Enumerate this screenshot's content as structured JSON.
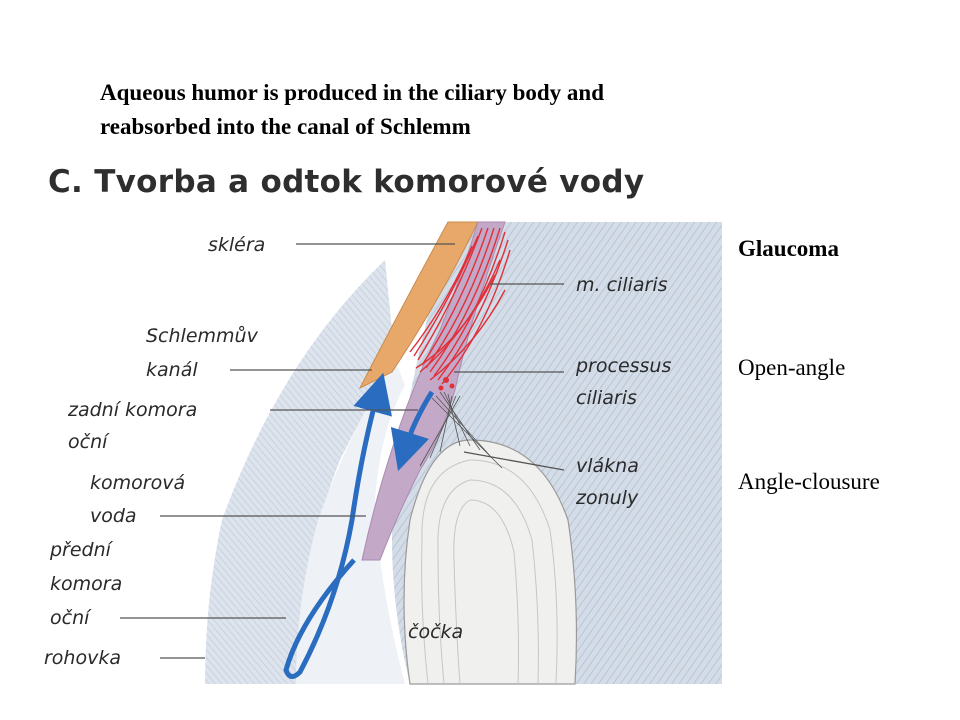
{
  "headline": {
    "line1": "Aqueous humor is produced in the ciliary body and",
    "line2": "reabsorbed into the canal of Schlemm"
  },
  "figure": {
    "title": "C. Tvorba a odtok komorové vody",
    "labels": {
      "sklera": "skléra",
      "m_ciliaris": "m. ciliaris",
      "schlemm_1": "Schlemmův",
      "schlemm_2": "kanál",
      "zadni_1": "zadní komora",
      "zadni_2": "oční",
      "processus_1": "processus",
      "processus_2": "ciliaris",
      "vlakna_1": "vlákna",
      "vlakna_2": "zonuly",
      "komorova_1": "komorová",
      "komorova_2": "voda",
      "predni_1": "přední",
      "predni_2": "komora",
      "predni_3": "oční",
      "cocka": "čočka",
      "rohovka": "rohovka"
    },
    "colors": {
      "sclera": "#e8a86a",
      "ciliary_muscle": "#e0303a",
      "ciliary_body": "#c4a8c8",
      "tissue": "#d2dbe6",
      "lens": "#f0f0ee",
      "flow_arrow": "#2a6cc0"
    }
  },
  "side_panel": {
    "heading": "Glaucoma",
    "item1": "Open-angle",
    "item2": "Angle-clousure"
  }
}
